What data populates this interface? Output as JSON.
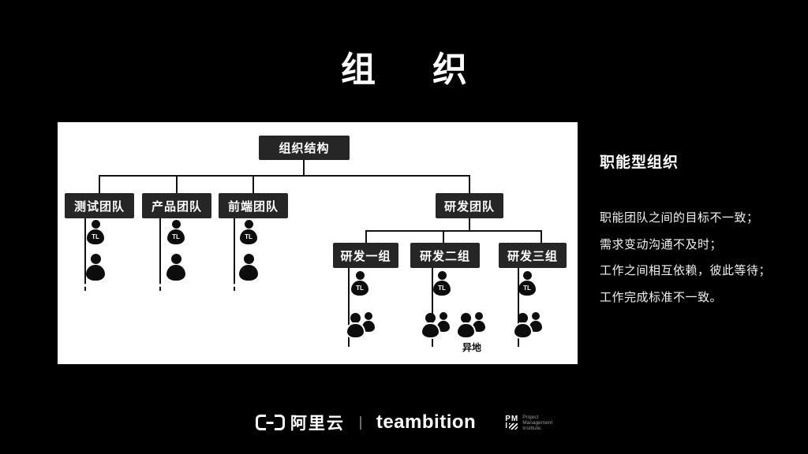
{
  "slide": {
    "title": "组织"
  },
  "org_chart": {
    "root": "组织结构",
    "teams": [
      "测试团队",
      "产品团队",
      "前端团队",
      "研发团队"
    ],
    "rd_groups": [
      "研发一组",
      "研发二组",
      "研发三组"
    ],
    "tl_label": "TL",
    "remote_label": "异地"
  },
  "sidebar": {
    "heading": "职能型组织",
    "points": [
      "职能团队之间的目标不一致；",
      "需求变动沟通不及时；",
      "工作之间相互依赖，彼此等待；",
      "工作完成标准不一致。"
    ]
  },
  "footer": {
    "alicloud_label": "阿里云",
    "teambition_label": "teambition",
    "pmi": {
      "row1": "PM",
      "row2": "I",
      "name_lines": [
        "Project",
        "Management",
        "Institute."
      ]
    }
  },
  "colors": {
    "background": "#000000",
    "panel": "#ffffff",
    "node_bg": "#262626",
    "node_text": "#ffffff",
    "line": "#121212"
  }
}
